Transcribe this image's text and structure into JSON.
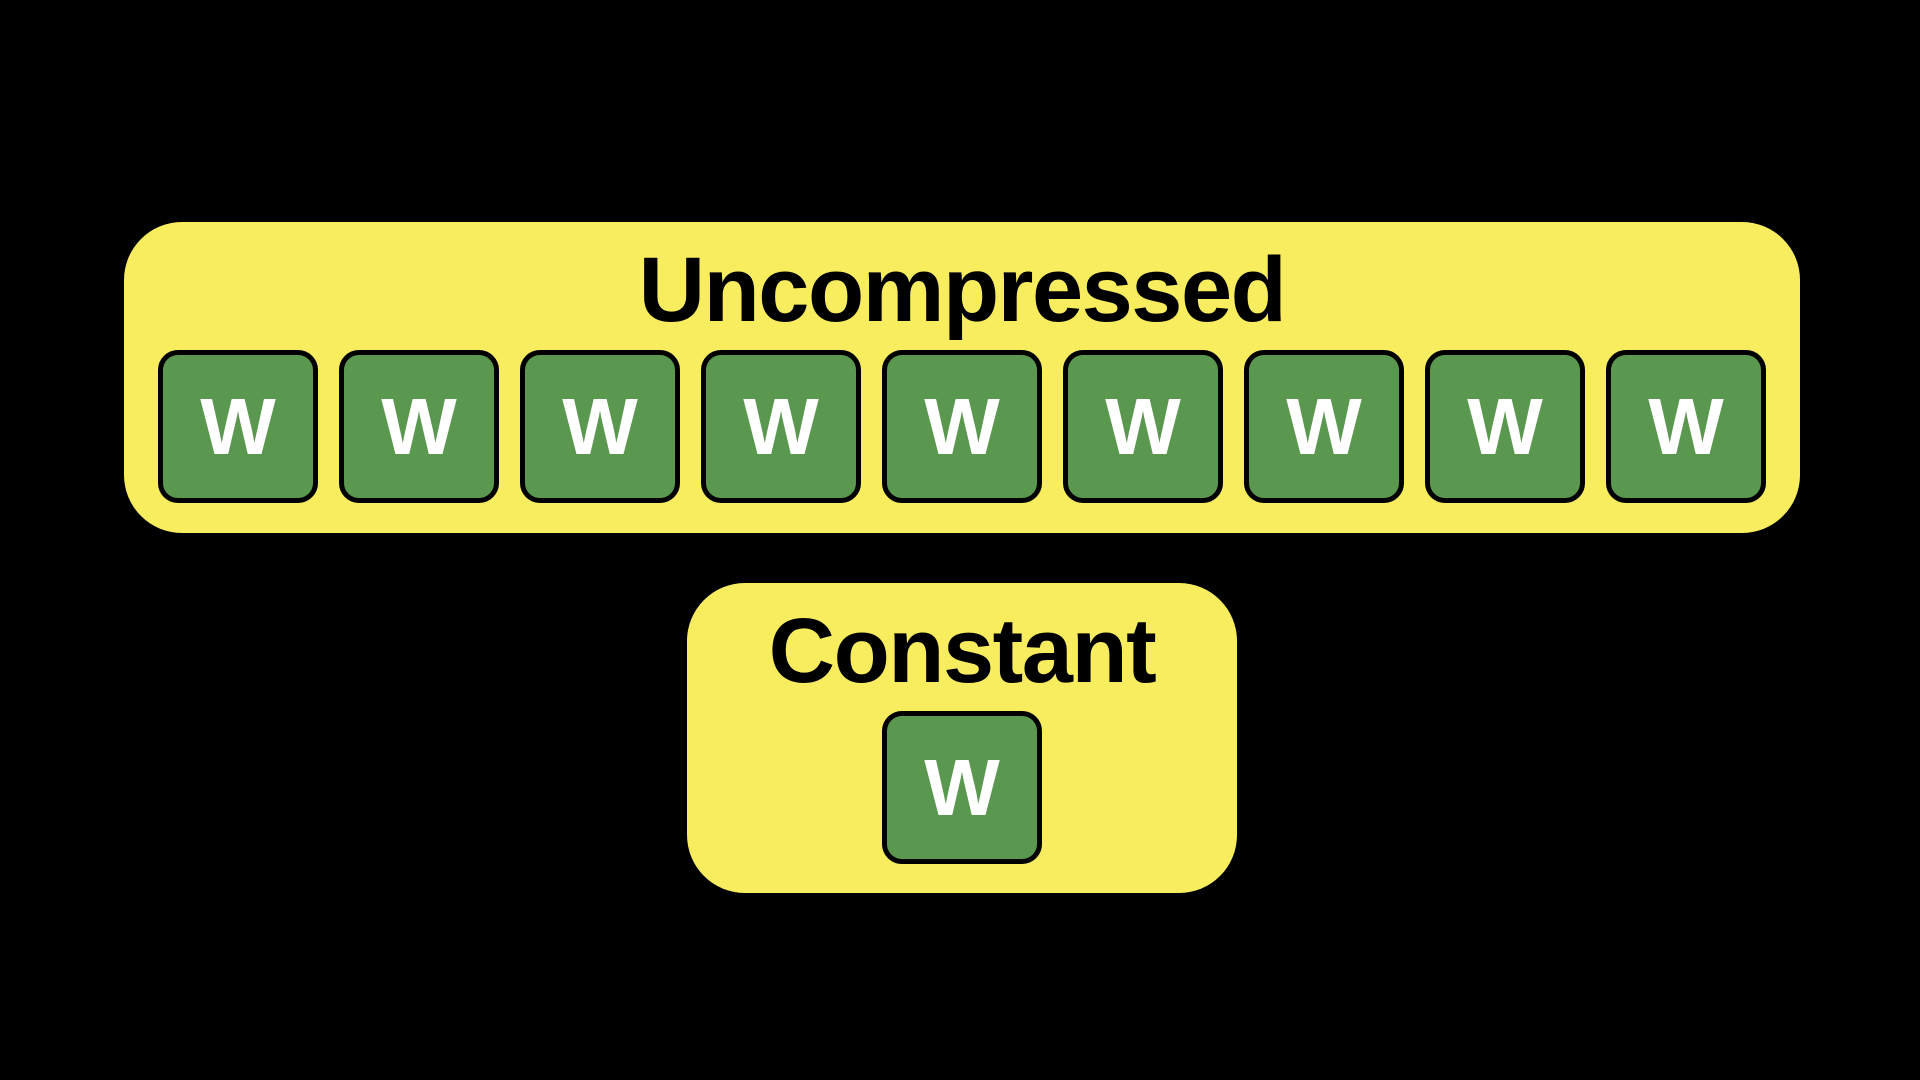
{
  "canvas": {
    "background": "#000000"
  },
  "colors": {
    "panel_fill": "#F8EC5F",
    "cell_fill": "#5B984F",
    "cell_border": "#000000",
    "title_color": "#000000",
    "letter_color": "#FFFFFF"
  },
  "panels": {
    "uncompressed": {
      "title": "Uncompressed",
      "cells": [
        "W",
        "W",
        "W",
        "W",
        "W",
        "W",
        "W",
        "W",
        "W"
      ]
    },
    "constant": {
      "title": "Constant",
      "cells": [
        "W"
      ]
    }
  }
}
